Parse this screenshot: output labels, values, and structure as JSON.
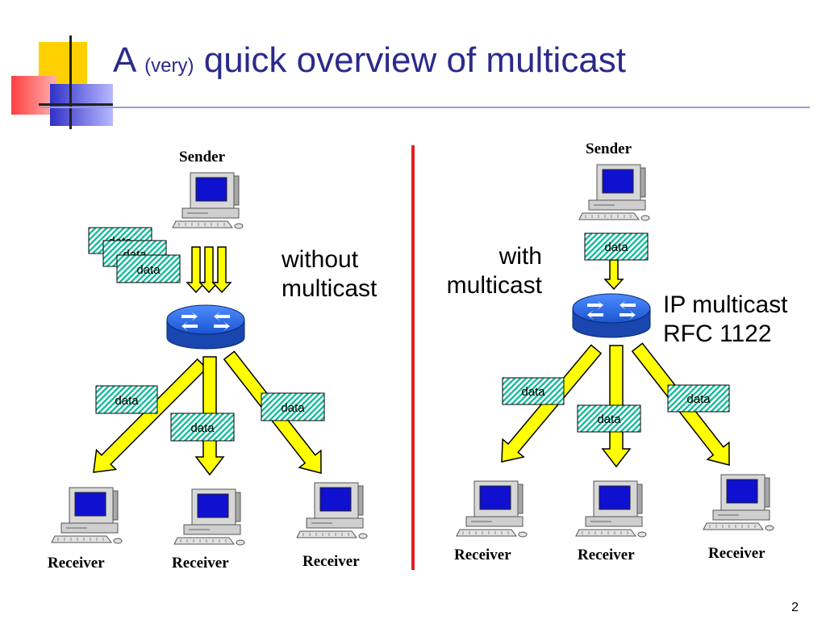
{
  "slide": {
    "title_a": "A",
    "title_very": "(very)",
    "title_rest": "quick overview of multicast",
    "page_number": "2"
  },
  "left": {
    "sender": "Sender",
    "label_line1": "without",
    "label_line2": "multicast",
    "packet_label": "data",
    "receivers": [
      "Receiver",
      "Receiver",
      "Receiver"
    ]
  },
  "right": {
    "sender": "Sender",
    "label_line1": "with",
    "label_line2": "multicast",
    "info_line1": "IP multicast",
    "info_line2": "RFC 1122",
    "packet_label": "data",
    "receivers": [
      "Receiver",
      "Receiver",
      "Receiver"
    ]
  },
  "colors": {
    "title": "#2a2a8c",
    "divider": "#e02020",
    "arrow_fill": "#ffff00",
    "router": "#1f5fd6",
    "packet_fill": "#00b894",
    "screen": "#1010d0"
  }
}
